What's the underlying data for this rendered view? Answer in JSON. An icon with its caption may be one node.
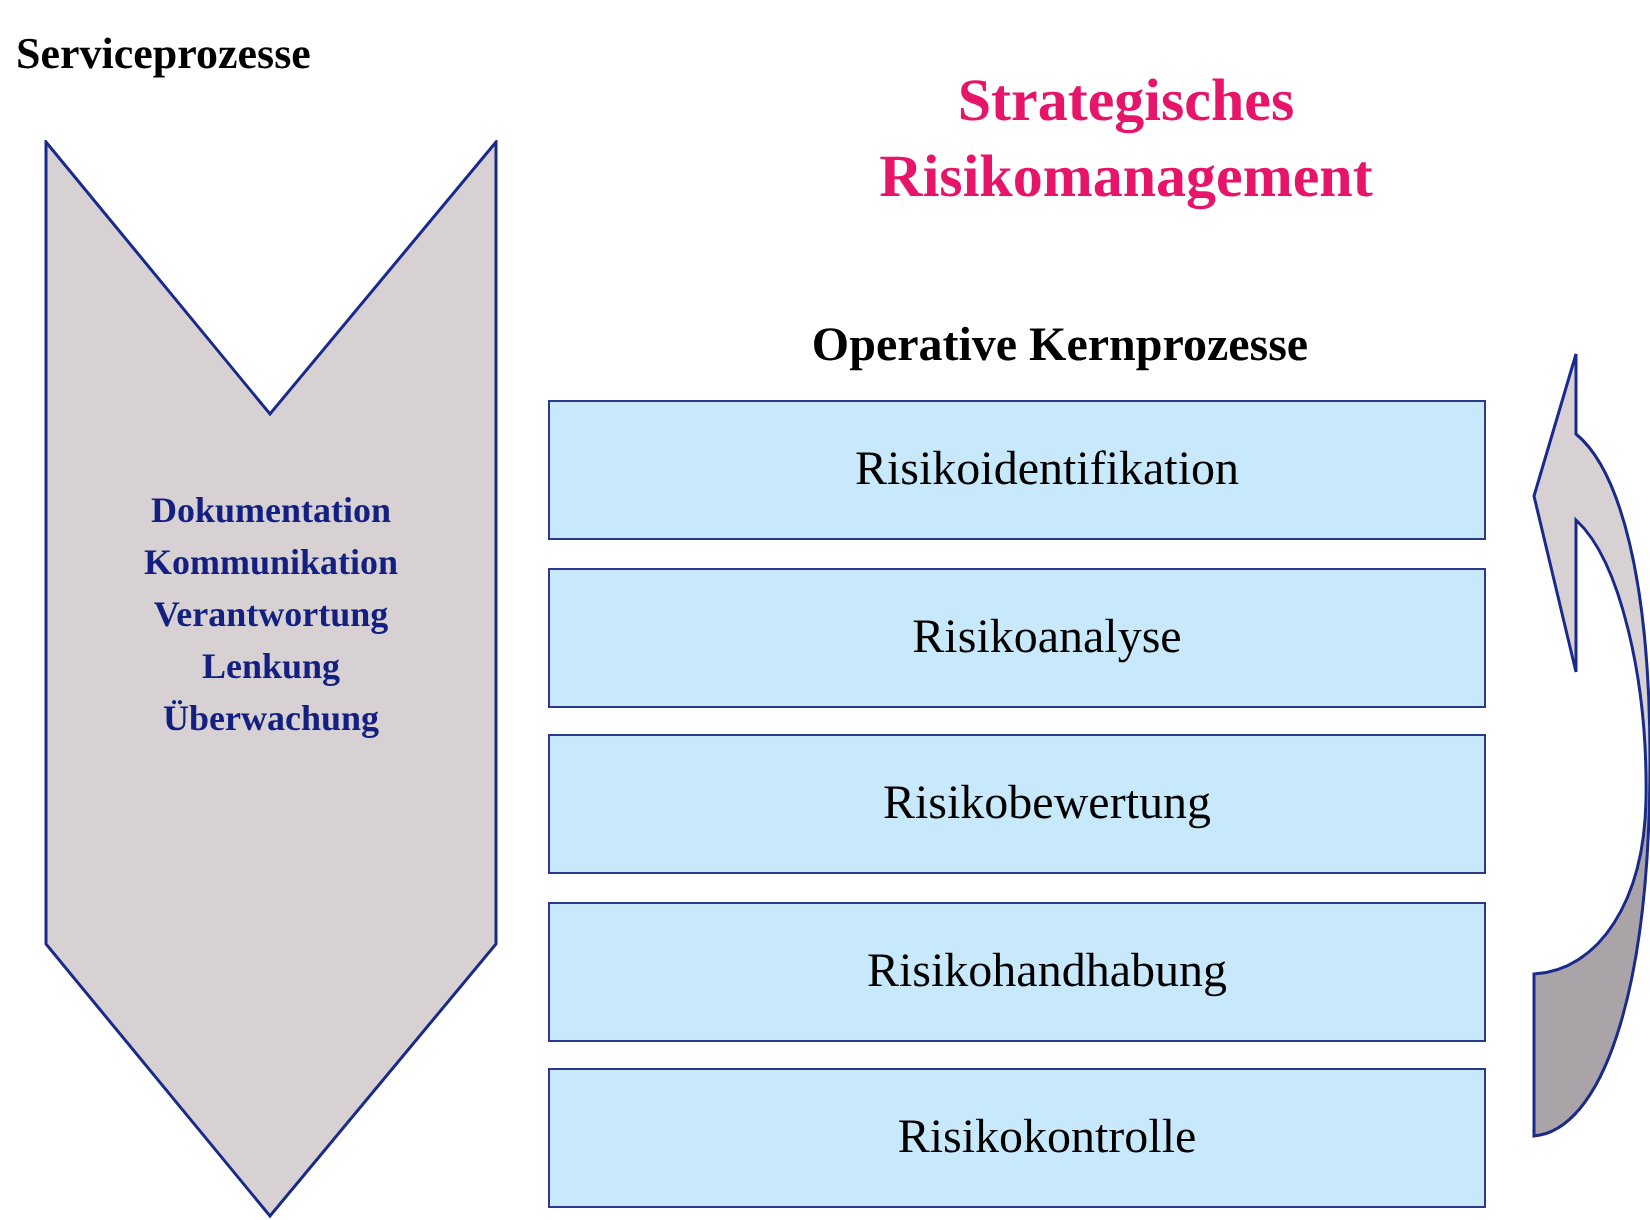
{
  "diagram": {
    "title": "Strategisches Risikomanagement",
    "nodes": [
      {
        "text": [
          "Dokumentation",
          "Kommunikation",
          "Verantwortung",
          "Lenkung",
          "Überwachung"
        ]
      },
      {
        "text": [
          "Risikoidentifikation"
        ]
      },
      {
        "text": [
          "Risikoanalyse"
        ]
      },
      {
        "text": [
          "Risikobewertung"
        ]
      },
      {
        "text": [
          "Risikohandhabung"
        ]
      },
      {
        "text": [
          "Risikokontrolle"
        ]
      }
    ],
    "labels": [
      "Serviceprozesse",
      "Operative Kernprozesse"
    ]
  }
}
